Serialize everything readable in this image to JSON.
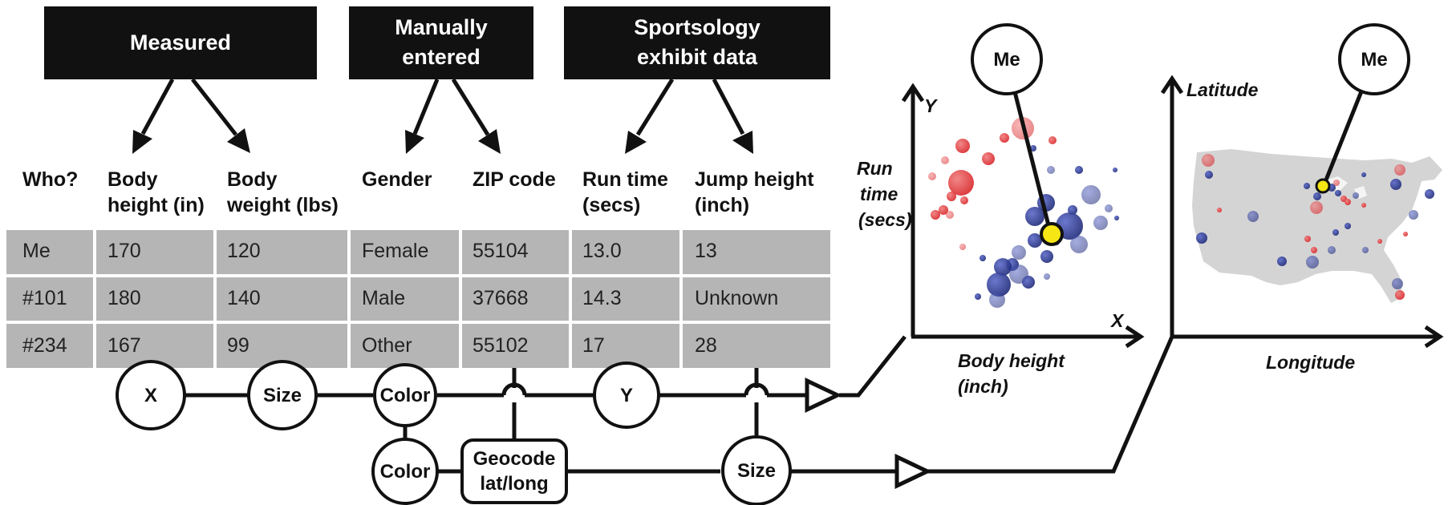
{
  "categories": {
    "measured": "Measured",
    "manual": [
      "Manually",
      "entered"
    ],
    "exhibit": [
      "Sportsology",
      "exhibit data"
    ]
  },
  "table": {
    "headers": [
      [
        "Who?"
      ],
      [
        "Body",
        "height (in)"
      ],
      [
        "Body",
        "weight (lbs)"
      ],
      [
        "Gender"
      ],
      [
        "ZIP code"
      ],
      [
        "Run time",
        "(secs)"
      ],
      [
        "Jump height",
        "(inch)"
      ]
    ],
    "rows": [
      [
        "Me",
        "170",
        "120",
        "Female",
        "55104",
        "13.0",
        "13"
      ],
      [
        "#101",
        "180",
        "140",
        "Male",
        "37668",
        "14.3",
        "Unknown"
      ],
      [
        "#234",
        "167",
        "99",
        "Other",
        "55102",
        "17",
        "28"
      ]
    ]
  },
  "encodings": {
    "x": "X",
    "size": "Size",
    "color": "Color",
    "y": "Y",
    "color2": "Color",
    "geocode": [
      "Geocode",
      "lat/long"
    ],
    "size2": "Size"
  },
  "scatter": {
    "y_label": "Y",
    "x_label": "X",
    "y_title": [
      "Run",
      "time",
      "(secs)"
    ],
    "x_title": [
      "Body height",
      "(inch)"
    ],
    "me_label": "Me"
  },
  "map": {
    "y_title": "Latitude",
    "x_title": "Longitude",
    "me_label": "Me"
  },
  "colors": {
    "black": "#111111",
    "table_gray": "#b5b5b5",
    "red": "#e0383a",
    "navy": "#2d3a8c",
    "me_yellow": "#f5e614",
    "map_gray": "#d4d4d4"
  }
}
